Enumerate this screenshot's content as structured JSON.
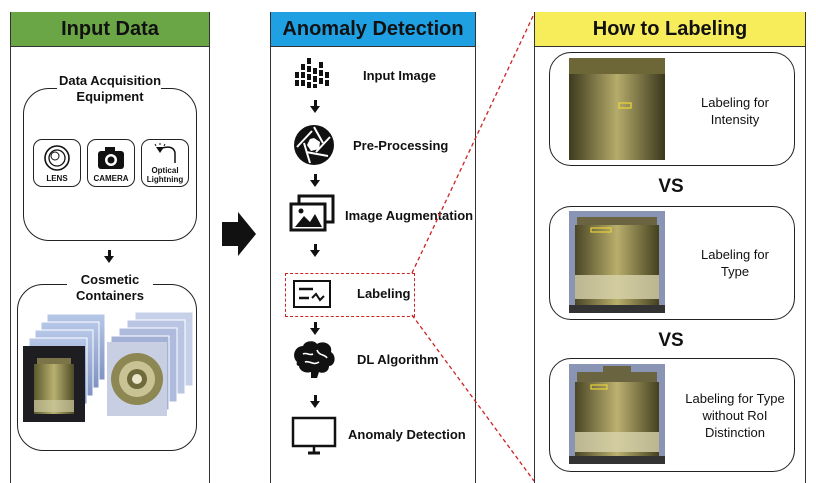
{
  "colors": {
    "input_header": "#6aa645",
    "anomaly_header": "#1ea0e3",
    "labeling_header": "#f7ec5a",
    "dashed_red": "#cc2222"
  },
  "input_panel": {
    "title": "Input Data",
    "equipment_group": {
      "title_line1": "Data Acquisition",
      "title_line2": "Equipment"
    },
    "equipment": [
      {
        "label": "LENS",
        "icon": "lens-icon"
      },
      {
        "label": "CAMERA",
        "icon": "camera-icon"
      },
      {
        "label_line1": "Optical",
        "label_line2": "Lightning",
        "icon": "lamp-icon"
      }
    ],
    "containers_group": {
      "title_line1": "Cosmetic",
      "title_line2": "Containers"
    }
  },
  "anomaly_panel": {
    "title": "Anomaly Detection",
    "steps": [
      {
        "label": "Input Image",
        "icon": "image-bars-icon"
      },
      {
        "label": "Pre-Processing",
        "icon": "aperture-icon"
      },
      {
        "label": "Image Augmentation",
        "icon": "stacked-images-icon"
      },
      {
        "label": "Labeling",
        "icon": "labeling-icon"
      },
      {
        "label": "DL Algorithm",
        "icon": "brain-icon"
      },
      {
        "label": "Anomaly Detection",
        "icon": "monitor-icon"
      }
    ]
  },
  "labeling_panel": {
    "title": "How to Labeling",
    "options": [
      {
        "line1": "Labeling for",
        "line2": "Intensity"
      },
      {
        "line1": "Labeling for",
        "line2": "Type"
      },
      {
        "line1": "Labeling for Type",
        "line2": "without RoI",
        "line3": "Distinction"
      }
    ],
    "separator": "VS"
  }
}
